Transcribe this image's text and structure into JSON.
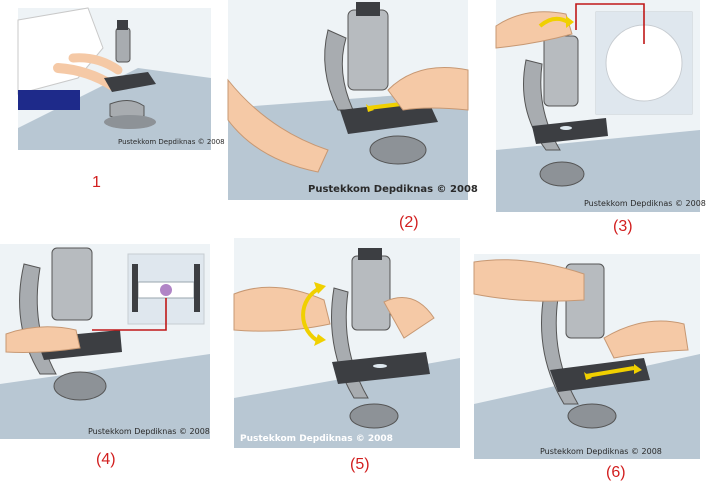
{
  "panels": [
    {
      "step": "1",
      "credit": "Pustekkom Depdiknas © 2008"
    },
    {
      "step": "(2)",
      "credit": "Pustekkom Depdiknas © 2008"
    },
    {
      "step": "(3)",
      "credit": "Pustekkom Depdiknas © 2008"
    },
    {
      "step": "(4)",
      "credit": "Pustekkom Depdiknas © 2008"
    },
    {
      "step": "(5)",
      "credit": "Pustekkom Depdiknas © 2008"
    },
    {
      "step": "(6)",
      "credit": "Pustekkom Depdiknas © 2008"
    }
  ],
  "colors": {
    "background": "#ffffff",
    "table": "#9fb3c4",
    "microscope_body": "#a8acb0",
    "microscope_dark": "#3c3e42",
    "skin": "#f5c9a6",
    "arrow": "#f0d000",
    "step_label": "#d21f1f",
    "pointer_line": "#c01818"
  }
}
